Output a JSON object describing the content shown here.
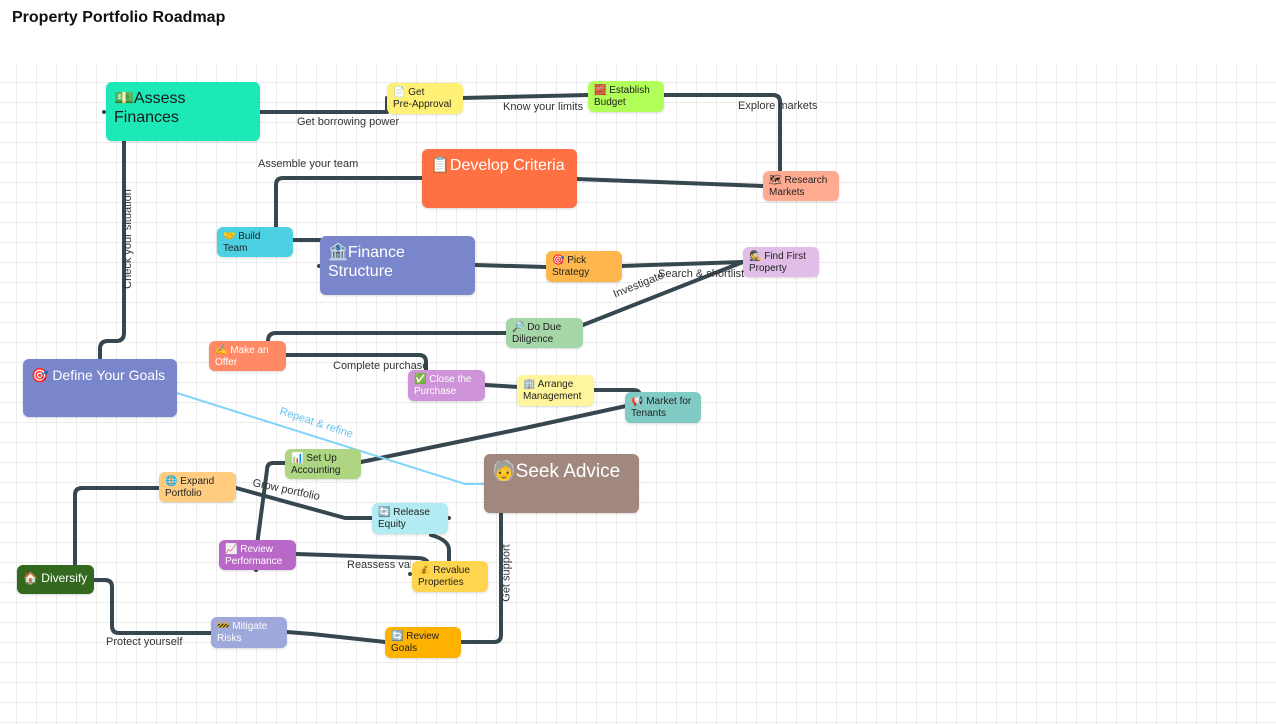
{
  "page": {
    "title": "Property Portfolio Roadmap"
  },
  "nodes": {
    "assess": {
      "text": "💵Assess Finances"
    },
    "preapproval": {
      "text": "📄 Get\n     Pre-Approval"
    },
    "budget": {
      "text": "🧱 Establish\n     Budget"
    },
    "research": {
      "text": "🗺 Research\n     Markets"
    },
    "criteria": {
      "text": "📋Develop Criteria"
    },
    "buildteam": {
      "text": "🤝 Build Team"
    },
    "finance": {
      "text": "🏦Finance Structure"
    },
    "strategy": {
      "text": "🎯 Pick\n     Strategy"
    },
    "findfirst": {
      "text": "🕵 Find First\n     Property"
    },
    "duediligence": {
      "text": "🔎 Do Due\n     Diligence"
    },
    "offer": {
      "text": "✍ Make an\n     Offer"
    },
    "goals": {
      "text": "🎯 Define Your Goals"
    },
    "close": {
      "text": "✅ Close the\n     Purchase"
    },
    "management": {
      "text": "🏢 Arrange\n     Management"
    },
    "tenants": {
      "text": "📢 Market for\n     Tenants"
    },
    "accounting": {
      "text": "📊 Set Up\n     Accounting"
    },
    "expand": {
      "text": "🌐 Expand\n     Portfolio"
    },
    "advice": {
      "text": "🧓Seek Advice"
    },
    "equity": {
      "text": "🔄 Release\n     Equity"
    },
    "review": {
      "text": "📈 Review\n     Performance"
    },
    "revalue": {
      "text": "💰 Revalue\n     Properties"
    },
    "diversify": {
      "text": "🏠 Diversify"
    },
    "mitigate": {
      "text": "🚧 Mitigate\n     Risks"
    },
    "reviewgoals": {
      "text": "🔄 Review\n     Goals"
    }
  },
  "edge_labels": {
    "borrowing": "Get borrowing power",
    "limits": "Know your limits",
    "markets": "Explore markets",
    "team": "Assemble your team",
    "situation": "Check your situation",
    "investigate": "Investigate",
    "shortlist": "Search & shortlist",
    "purchase": "Complete purchase",
    "refine": "Repeat & refine",
    "grow": "Grow portfolio",
    "reassess": "Reassess value",
    "support": "Get support",
    "protect": "Protect yourself"
  },
  "colors": {
    "edge": "#37474f",
    "refine_edge": "#81d4fa"
  }
}
